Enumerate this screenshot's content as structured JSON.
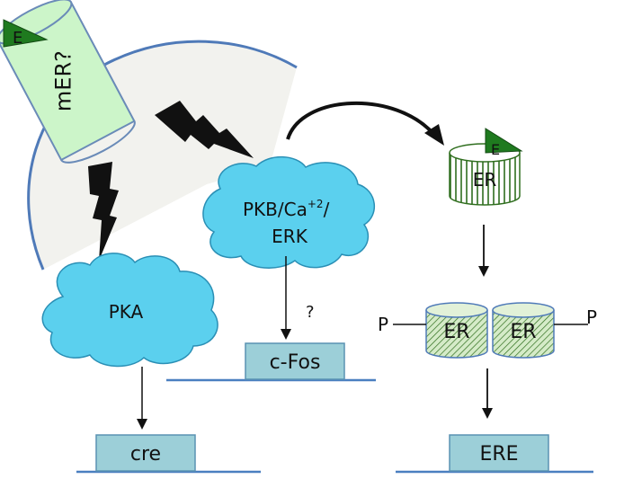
{
  "receptor": {
    "label": "mER?",
    "ligand": "E"
  },
  "clouds": {
    "pka": "PKA",
    "kinase_line1": "PKB/Ca",
    "kinase_sup": "+2",
    "kinase_slash": "/",
    "kinase_line2": "ERK"
  },
  "nuclear_receptor": {
    "label": "ER",
    "ligand": "E"
  },
  "dimer": {
    "left_label": "ER",
    "right_label": "ER",
    "phospho_left": "P",
    "phospho_right": "P"
  },
  "question_mark": "?",
  "genes": {
    "cfos": "c-Fos",
    "cre": "cre",
    "ere": "ERE"
  },
  "colors": {
    "cytoplasm": "#f2f2ee",
    "membrane": "#4f7ab8",
    "cloud": "#5bd0ee",
    "cloud_edge": "#2a8fb5",
    "receptor_fill": "#ccf5c9",
    "receptor_edge": "#6a8bb8",
    "ligand": "#1f7a1f",
    "er_stripes": "#2f6e1e",
    "gene_box": "#9ccfd8",
    "gene_edge": "#5a92b2",
    "dna": "#4a7fc0"
  }
}
